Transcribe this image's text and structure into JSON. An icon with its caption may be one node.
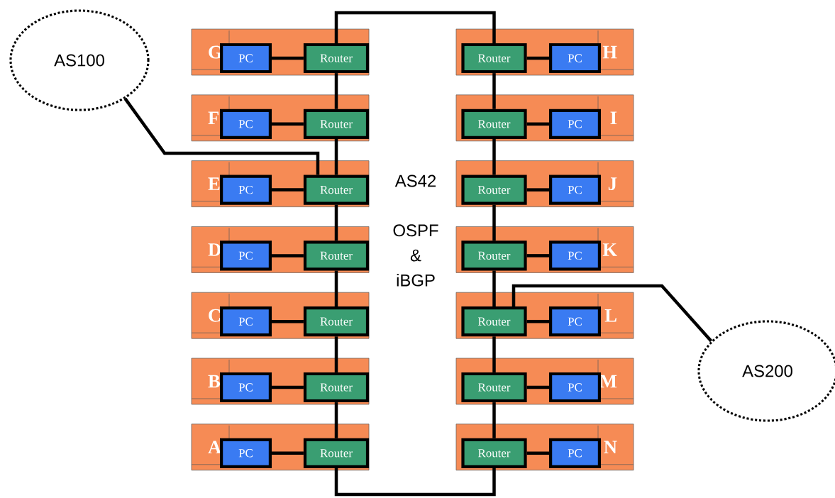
{
  "diagram": {
    "nodes": [
      {
        "text": [
          "AS100"
        ]
      },
      {
        "text": [
          "G"
        ]
      },
      {
        "text": [
          "PC"
        ],
        "in": 1
      },
      {
        "text": [
          "Router"
        ],
        "in": 1
      },
      {
        "text": [
          "H"
        ]
      },
      {
        "text": [
          "Router"
        ],
        "in": 4
      },
      {
        "text": [
          "PC"
        ],
        "in": 4
      },
      {
        "text": [
          "F"
        ]
      },
      {
        "text": [
          "PC"
        ],
        "in": 7
      },
      {
        "text": [
          "Router"
        ],
        "in": 7
      },
      {
        "text": [
          "I"
        ]
      },
      {
        "text": [
          "Router"
        ],
        "in": 10
      },
      {
        "text": [
          "PC"
        ],
        "in": 10
      },
      {
        "text": [
          "E"
        ]
      },
      {
        "text": [
          "PC"
        ],
        "in": 13
      },
      {
        "text": [
          "Router"
        ],
        "in": 13
      },
      {
        "text": [
          "J"
        ]
      },
      {
        "text": [
          "Router"
        ],
        "in": 16
      },
      {
        "text": [
          "PC"
        ],
        "in": 16
      },
      {
        "text": [
          "D"
        ]
      },
      {
        "text": [
          "PC"
        ],
        "in": 19
      },
      {
        "text": [
          "Router"
        ],
        "in": 19
      },
      {
        "text": [
          "K"
        ]
      },
      {
        "text": [
          "Router"
        ],
        "in": 22
      },
      {
        "text": [
          "PC"
        ],
        "in": 22
      },
      {
        "text": [
          "C"
        ]
      },
      {
        "text": [
          "PC"
        ],
        "in": 25
      },
      {
        "text": [
          "Router"
        ],
        "in": 25
      },
      {
        "text": [
          "L"
        ]
      },
      {
        "text": [
          "Router"
        ],
        "in": 28
      },
      {
        "text": [
          "PC"
        ],
        "in": 28
      },
      {
        "text": [
          "B"
        ]
      },
      {
        "text": [
          "PC"
        ],
        "in": 31
      },
      {
        "text": [
          "Router"
        ],
        "in": 31
      },
      {
        "text": [
          "M"
        ]
      },
      {
        "text": [
          "Router"
        ],
        "in": 34
      },
      {
        "text": [
          "PC"
        ],
        "in": 34
      },
      {
        "text": [
          "A"
        ]
      },
      {
        "text": [
          "PC"
        ],
        "in": 37
      },
      {
        "text": [
          "Router"
        ],
        "in": 37
      },
      {
        "text": [
          "N"
        ]
      },
      {
        "text": [
          "Router"
        ],
        "in": 40
      },
      {
        "text": [
          "PC"
        ],
        "in": 40
      },
      {
        "text": [
          "AS200"
        ]
      }
    ],
    "edges": [
      {
        "from": 2,
        "to": 3,
        "arrow": "none"
      },
      {
        "from": 5,
        "to": 6,
        "arrow": "none"
      },
      {
        "from": 8,
        "to": 9,
        "arrow": "none"
      },
      {
        "from": 11,
        "to": 12,
        "arrow": "none"
      },
      {
        "from": 14,
        "to": 15,
        "arrow": "none"
      },
      {
        "from": 17,
        "to": 18,
        "arrow": "none"
      },
      {
        "from": 20,
        "to": 21,
        "arrow": "none"
      },
      {
        "from": 23,
        "to": 24,
        "arrow": "none"
      },
      {
        "from": 26,
        "to": 27,
        "arrow": "none"
      },
      {
        "from": 29,
        "to": 30,
        "arrow": "none"
      },
      {
        "from": 32,
        "to": 33,
        "arrow": "none"
      },
      {
        "from": 35,
        "to": 36,
        "arrow": "none"
      },
      {
        "from": 38,
        "to": 39,
        "arrow": "none"
      },
      {
        "from": 41,
        "to": 42,
        "arrow": "none"
      },
      {
        "from": 3,
        "to": 9,
        "arrow": "none"
      },
      {
        "from": 9,
        "to": 15,
        "arrow": "none"
      },
      {
        "from": 15,
        "to": 21,
        "arrow": "none"
      },
      {
        "from": 21,
        "to": 27,
        "arrow": "none"
      },
      {
        "from": 27,
        "to": 33,
        "arrow": "none"
      },
      {
        "from": 33,
        "to": 39,
        "arrow": "none"
      },
      {
        "from": 5,
        "to": 11,
        "arrow": "none"
      },
      {
        "from": 11,
        "to": 17,
        "arrow": "none"
      },
      {
        "from": 17,
        "to": 23,
        "arrow": "none"
      },
      {
        "from": 23,
        "to": 29,
        "arrow": "none"
      },
      {
        "from": 29,
        "to": 35,
        "arrow": "none"
      },
      {
        "from": 35,
        "to": 41,
        "arrow": "none"
      },
      {
        "from": 3,
        "to": 5,
        "arrow": "none"
      },
      {
        "from": 39,
        "to": 41,
        "arrow": "none"
      },
      {
        "from": 0,
        "to": 15,
        "arrow": "none"
      },
      {
        "from": 43,
        "to": 29,
        "arrow": "none"
      }
    ],
    "labels": [
      "AS42",
      "OSPF & iBGP"
    ]
  }
}
